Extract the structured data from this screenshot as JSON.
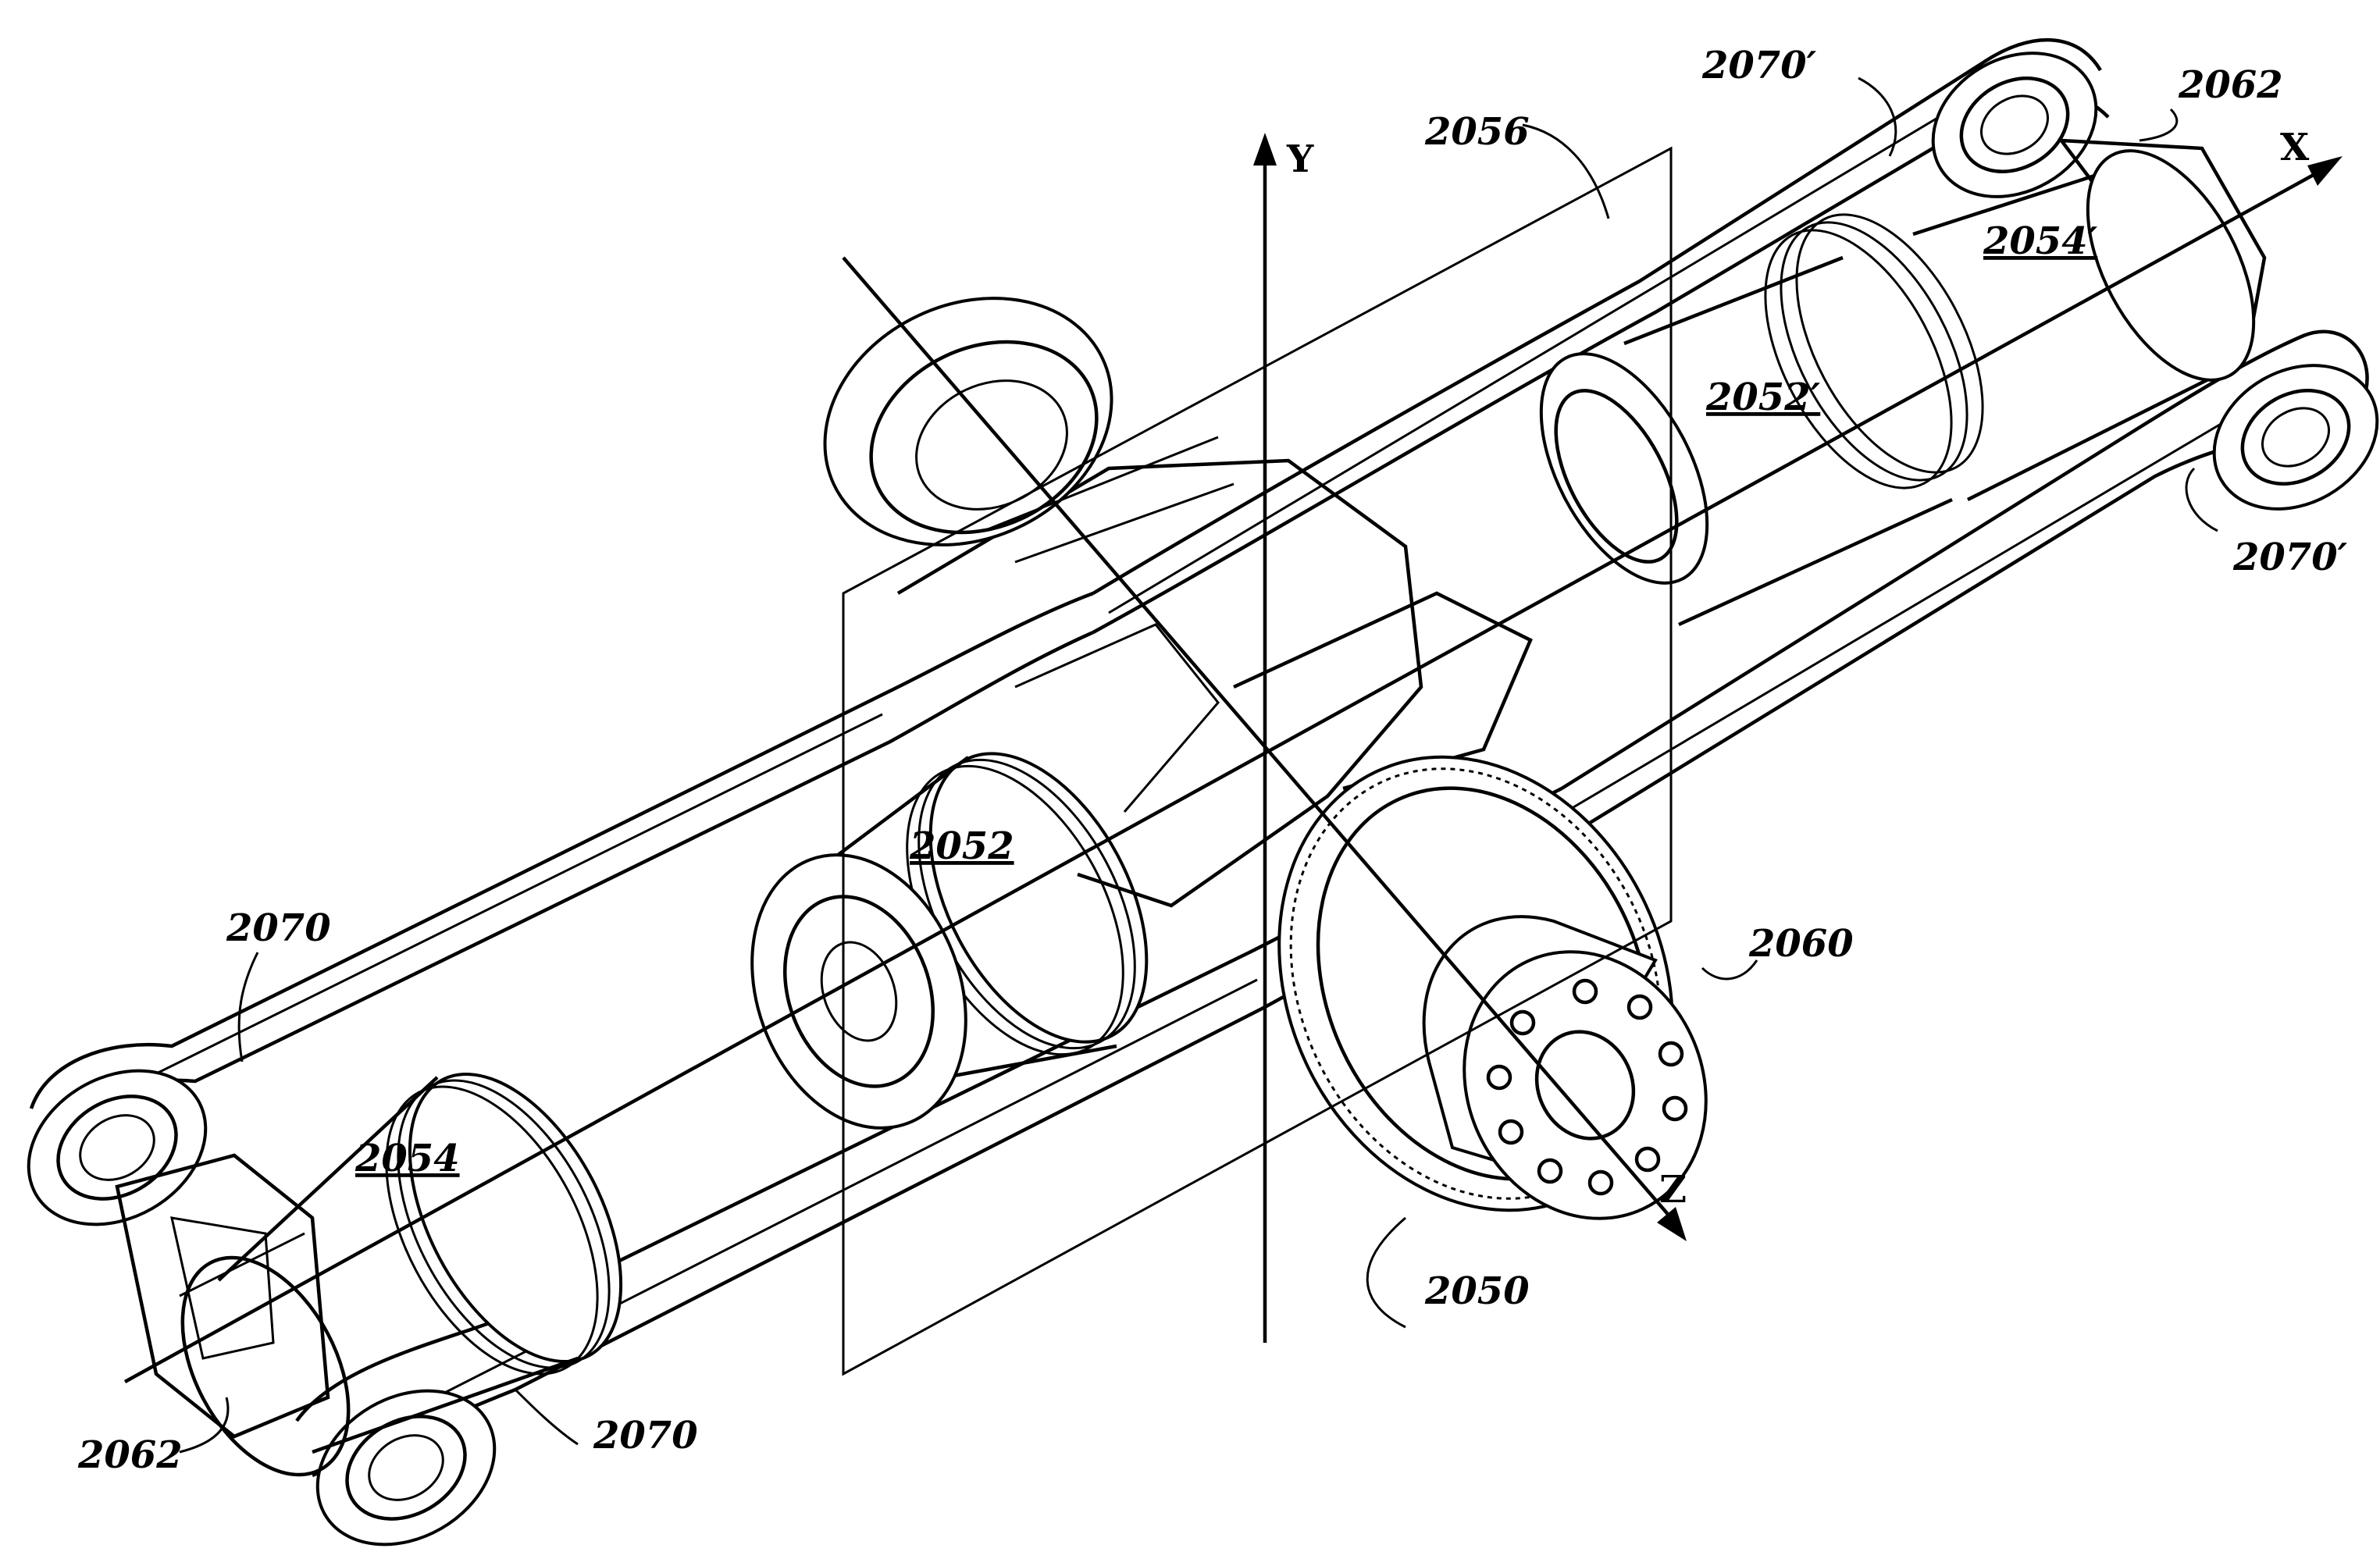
{
  "axes": {
    "x": "X",
    "y": "Y",
    "z": "Z"
  },
  "labels": {
    "plane": "2056",
    "crank_pin_left": "2052",
    "crank_pin_right": "2052′",
    "piston_left": "2054",
    "piston_right": "2054′",
    "flywheel": "2060",
    "assembly": "2050",
    "yoke_end_left": "2062",
    "yoke_end_right": "2062",
    "link_left_upper": "2070",
    "link_left_lower": "2070",
    "link_right_upper": "2070′",
    "link_right_lower": "2070′"
  }
}
